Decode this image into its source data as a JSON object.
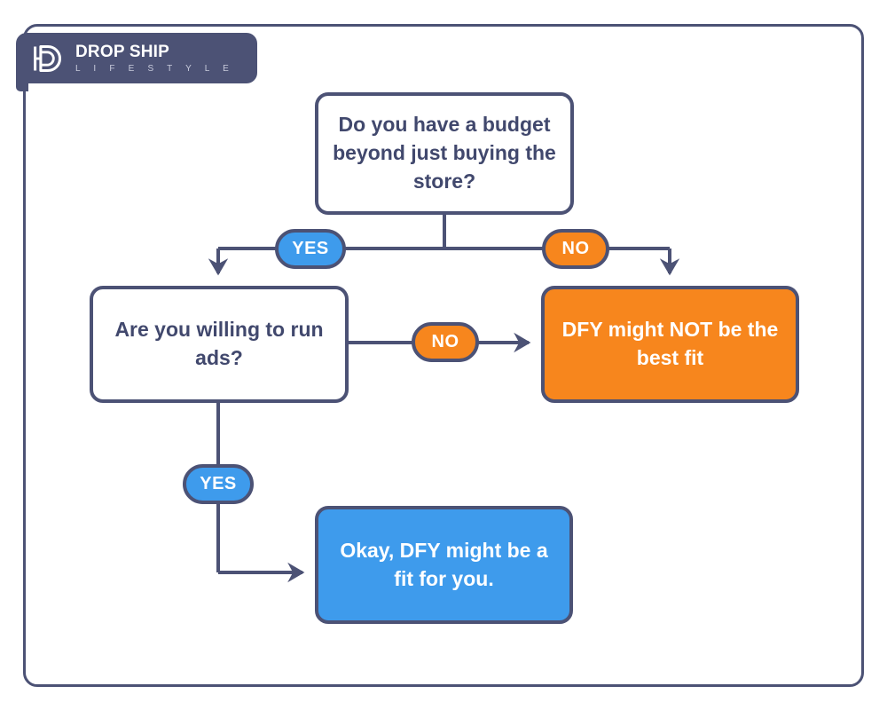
{
  "frame": {
    "background": "#ffffff",
    "border_color": "#4c5275"
  },
  "header": {
    "brand_primary": "DROP SHIP",
    "brand_secondary": "L I F E S T Y L E",
    "logo_icon": "dsl-monogram-icon",
    "background": "#4c5275"
  },
  "colors": {
    "navy": "#4c5275",
    "text_navy": "#41486d",
    "blue": "#3E9BEC",
    "orange": "#F7861D",
    "white": "#ffffff"
  },
  "chart_data": {
    "type": "diagram",
    "title": "DFY fit decision flowchart",
    "nodes": [
      {
        "id": "budget",
        "label": "Do you have a budget beyond just buying the store?",
        "kind": "decision",
        "fill": "#ffffff",
        "text_color": "#41486d"
      },
      {
        "id": "ads",
        "label": "Are you willing to run ads?",
        "kind": "decision",
        "fill": "#ffffff",
        "text_color": "#41486d"
      },
      {
        "id": "not_fit",
        "label": "DFY might NOT be the best fit",
        "kind": "result",
        "fill": "#F7861D",
        "text_color": "#ffffff"
      },
      {
        "id": "fit",
        "label": "Okay, DFY might be a fit for you.",
        "kind": "result",
        "fill": "#3E9BEC",
        "text_color": "#ffffff"
      }
    ],
    "edges": [
      {
        "id": "budget_yes",
        "from": "budget",
        "to": "ads",
        "label": "YES",
        "badge_color": "#3E9BEC"
      },
      {
        "id": "budget_no",
        "from": "budget",
        "to": "not_fit",
        "label": "NO",
        "badge_color": "#F7861D"
      },
      {
        "id": "ads_no",
        "from": "ads",
        "to": "not_fit",
        "label": "NO",
        "badge_color": "#F7861D"
      },
      {
        "id": "ads_yes",
        "from": "ads",
        "to": "fit",
        "label": "YES",
        "badge_color": "#3E9BEC"
      }
    ]
  }
}
